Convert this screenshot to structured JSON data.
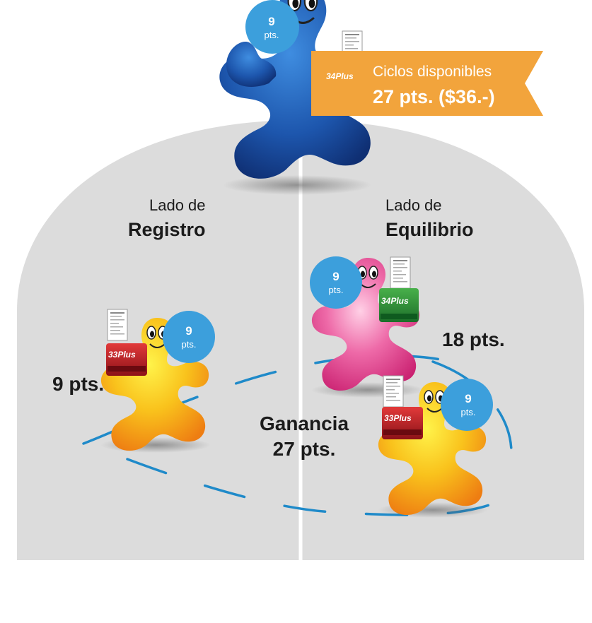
{
  "banner": {
    "line1": "Ciclos disponibles",
    "line2": "27 pts. ($36.-)"
  },
  "left_side": {
    "line1": "Lado de",
    "line2": "Registro"
  },
  "right_side": {
    "line1": "Lado de",
    "line2": "Equilibrio"
  },
  "left_points": "9 pts.",
  "right_points": "18 pts.",
  "gain": {
    "line1": "Ganancia",
    "line2": "27 pts."
  },
  "badges": {
    "top": {
      "num": "9",
      "unit": "pts."
    },
    "left": {
      "num": "9",
      "unit": "pts."
    },
    "pink": {
      "num": "9",
      "unit": "pts."
    },
    "right": {
      "num": "9",
      "unit": "pts."
    }
  },
  "boxes": {
    "green": "34Plus",
    "red": "33Plus"
  },
  "colors": {
    "arch": "#dcdcdc",
    "banner": "#f2a43c",
    "badge": "#3c9fdc",
    "dash": "#1f8ac9",
    "blue_piece": "#1b58b0",
    "pink_piece": "#e6468f",
    "yellow_piece": "#f4a81c",
    "green_box": "#2d9a3a",
    "red_box": "#c8202a"
  }
}
